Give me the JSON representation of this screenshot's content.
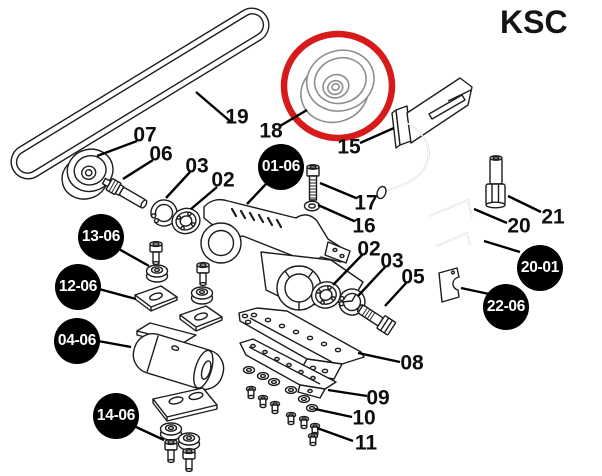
{
  "brand": "KSC",
  "highlight": {
    "part": "18",
    "shape": "ellipse",
    "color": "#d71a1a"
  },
  "colors": {
    "line": "#1d1d1b",
    "leader": "#000000",
    "badge_bg": "#000000",
    "badge_text": "#ffffff",
    "highlight_red": "#d71a1a",
    "secondary_gray": "#8f8f8f",
    "background": "#ffffff"
  },
  "part_labels": [
    {
      "text": "07"
    },
    {
      "text": "06"
    },
    {
      "text": "03"
    },
    {
      "text": "02"
    },
    {
      "text": "19"
    },
    {
      "text": "18"
    },
    {
      "text": "15"
    },
    {
      "text": "17"
    },
    {
      "text": "16"
    },
    {
      "text": "02"
    },
    {
      "text": "03"
    },
    {
      "text": "05"
    },
    {
      "text": "08"
    },
    {
      "text": "09"
    },
    {
      "text": "10"
    },
    {
      "text": "11"
    },
    {
      "text": "20"
    },
    {
      "text": "21"
    }
  ],
  "kit_badges": [
    {
      "text": "01-06"
    },
    {
      "text": "13-06"
    },
    {
      "text": "12-06"
    },
    {
      "text": "04-06"
    },
    {
      "text": "14-06"
    },
    {
      "text": "20-01"
    },
    {
      "text": "22-06"
    }
  ]
}
